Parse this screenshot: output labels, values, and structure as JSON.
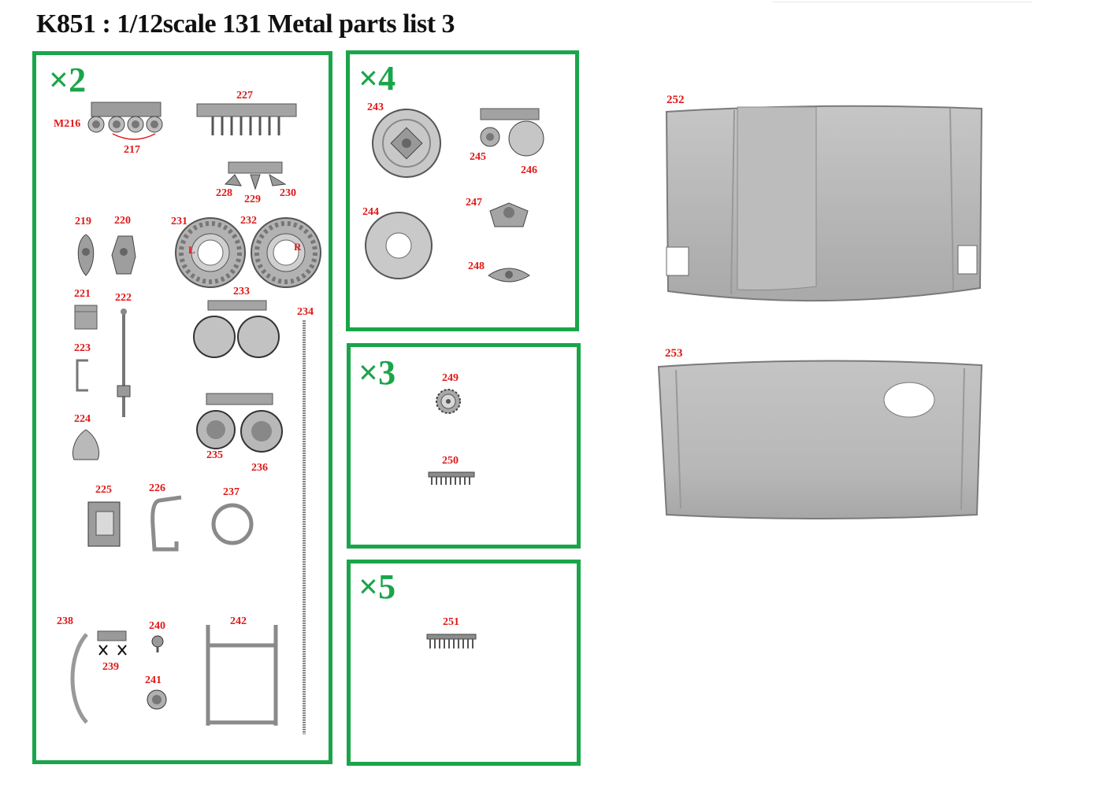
{
  "title": "K851 : 1/12scale 131 Metal parts list 3",
  "colors": {
    "box_border": "#1aa54a",
    "label": "#e01818",
    "part_metal": "#a8a8a8",
    "panel": "#b4b4b4"
  },
  "groups": [
    {
      "multiplier": "×2",
      "parts": [
        "M216",
        "217",
        "227",
        "228",
        "229",
        "230",
        "219",
        "220",
        "231",
        "232",
        "L",
        "R",
        "221",
        "222",
        "233",
        "234",
        "223",
        "224",
        "235",
        "236",
        "225",
        "226",
        "237",
        "238",
        "239",
        "240",
        "241",
        "242"
      ]
    },
    {
      "multiplier": "×4",
      "parts": [
        "243",
        "245",
        "246",
        "244",
        "247",
        "248"
      ]
    },
    {
      "multiplier": "×3",
      "parts": [
        "249",
        "250"
      ]
    },
    {
      "multiplier": "×5",
      "parts": [
        "251"
      ]
    }
  ],
  "panels": [
    "252",
    "253"
  ]
}
